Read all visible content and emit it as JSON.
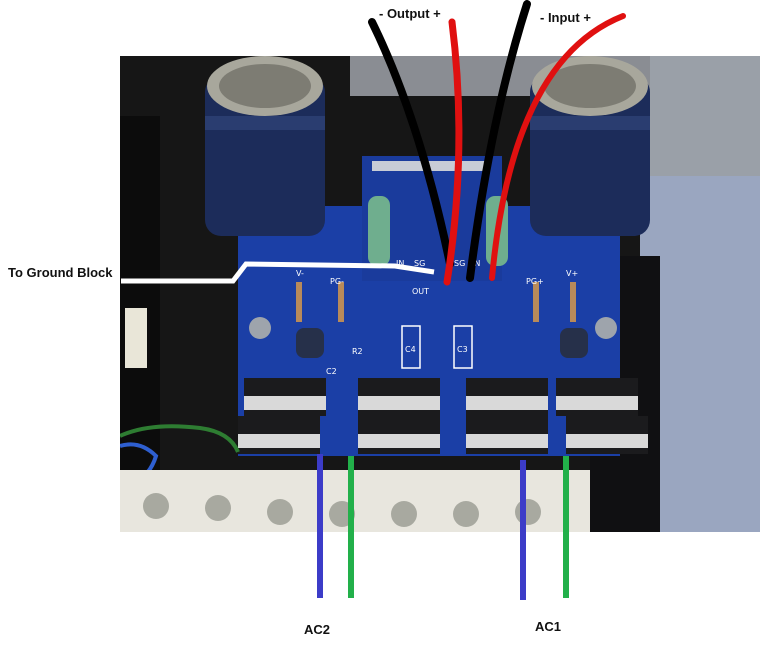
{
  "labels": {
    "output": "- Output +",
    "input": "- Input +",
    "ground": "To Ground Block",
    "ac2": "AC2",
    "ac1": "AC1"
  },
  "board_silkscreen": {
    "v_minus": "V-",
    "pg_minus": "PG-",
    "pg_plus": "PG+",
    "v_plus": "V+",
    "in_left": "IN",
    "sg_left": "SG",
    "sg_right": "SG",
    "in_right": "IN",
    "out": "OUT",
    "c4": "C4",
    "c3": "C3",
    "r2": "R2",
    "c2": "C2"
  },
  "wire_colors": {
    "output_negative": "#000000",
    "output_positive": "#e01010",
    "input_negative": "#000000",
    "input_positive": "#e01010",
    "ground": "#ffffff",
    "ac2_a": "#3c3cc8",
    "ac2_b": "#22b04a",
    "ac1_a": "#3c3cc8",
    "ac1_b": "#22b04a"
  },
  "pcb_color": "#1b3fa6"
}
